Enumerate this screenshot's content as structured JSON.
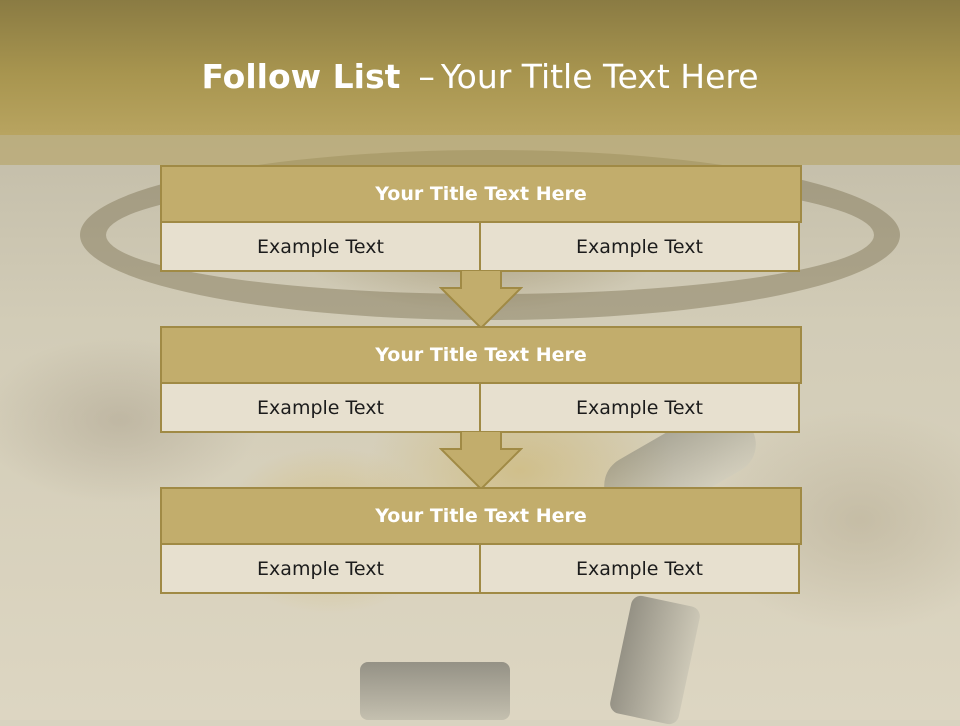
{
  "slide": {
    "title_bold": "Follow List",
    "title_sep": "–",
    "title_rest": "Your Title Text Here"
  },
  "blocks": [
    {
      "title": "Your Title Text Here",
      "left": "Example Text",
      "right": "Example Text"
    },
    {
      "title": "Your Title Text Here",
      "left": "Example Text",
      "right": "Example Text"
    },
    {
      "title": "Your Title Text Here",
      "left": "Example Text",
      "right": "Example Text"
    }
  ],
  "colors": {
    "header": "#a8954f",
    "block_title": "#c2ad6c",
    "block_border": "#a08a45",
    "cell_fill": "#e7e0cf",
    "arrow_fill": "#c2ad6c"
  }
}
